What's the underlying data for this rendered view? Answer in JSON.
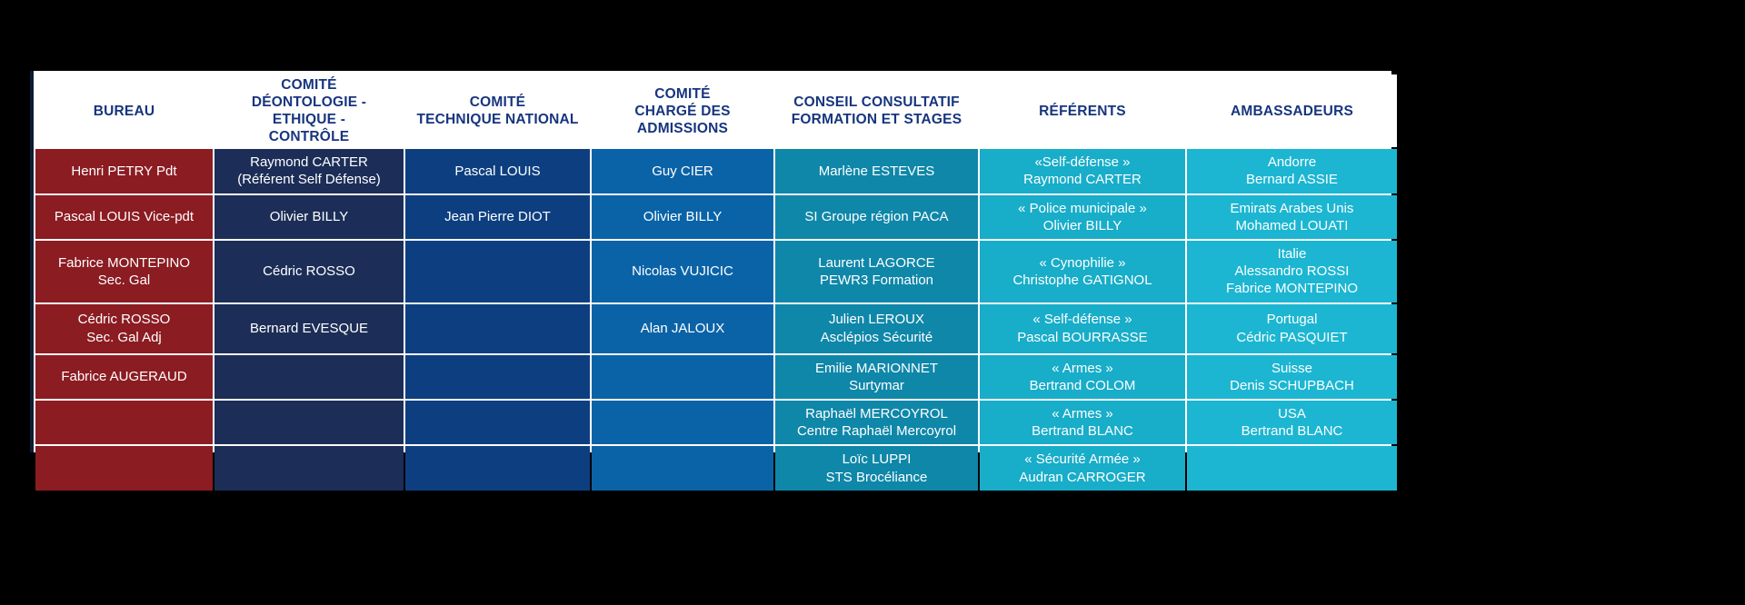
{
  "table": {
    "columns": [
      {
        "id": "bureau",
        "label": "BUREAU",
        "color": "#8b1c22"
      },
      {
        "id": "deontologie",
        "label": "COMITÉ\nDÉONTOLOGIE - ETHIQUE -\nCONTRÔLE",
        "color": "#1c2e57"
      },
      {
        "id": "technique",
        "label": "COMITÉ\nTECHNIQUE NATIONAL",
        "color": "#0d3f80"
      },
      {
        "id": "admissions",
        "label": "COMITÉ\nCHARGÉ DES\nADMISSIONS",
        "color": "#0b63a7"
      },
      {
        "id": "conseil",
        "label": "CONSEIL CONSULTATIF\nFORMATION ET STAGES",
        "color": "#0f87a9"
      },
      {
        "id": "referents",
        "label": "RÉFÉRENTS",
        "color": "#18adc9"
      },
      {
        "id": "ambassadeurs",
        "label": "AMBASSADEURS",
        "color": "#1cb6d2"
      }
    ],
    "header_lines": [
      [
        "BUREAU"
      ],
      [
        "COMITÉ",
        "DÉONTOLOGIE - ETHIQUE -",
        "CONTRÔLE"
      ],
      [
        "COMITÉ",
        "TECHNIQUE NATIONAL"
      ],
      [
        "COMITÉ",
        "CHARGÉ DES",
        "ADMISSIONS"
      ],
      [
        "CONSEIL CONSULTATIF",
        "FORMATION ET STAGES"
      ],
      [
        "RÉFÉRENTS"
      ],
      [
        "AMBASSADEURS"
      ]
    ],
    "rows": [
      {
        "bureau": [
          "Henri PETRY Pdt"
        ],
        "deontologie": [
          "Raymond CARTER",
          "(Référent Self Défense)"
        ],
        "technique": [
          "Pascal LOUIS"
        ],
        "admissions": [
          "Guy CIER"
        ],
        "conseil": [
          "Marlène ESTEVES"
        ],
        "referents": [
          "«Self-défense »",
          "Raymond CARTER"
        ],
        "ambassadeurs": [
          "Andorre",
          "Bernard ASSIE"
        ]
      },
      {
        "bureau": [
          "Pascal LOUIS Vice-pdt"
        ],
        "deontologie": [
          "Olivier BILLY"
        ],
        "technique": [
          "Jean Pierre DIOT"
        ],
        "admissions": [
          "Olivier BILLY"
        ],
        "conseil": [
          "SI Groupe région PACA"
        ],
        "referents": [
          "« Police municipale »",
          "Olivier BILLY"
        ],
        "ambassadeurs": [
          "Emirats Arabes Unis",
          "Mohamed LOUATI"
        ]
      },
      {
        "bureau": [
          "Fabrice MONTEPINO",
          "Sec. Gal"
        ],
        "deontologie": [
          "Cédric ROSSO"
        ],
        "technique": [
          ""
        ],
        "admissions": [
          "Nicolas VUJICIC"
        ],
        "conseil": [
          "Laurent LAGORCE",
          "PEWR3 Formation"
        ],
        "referents": [
          "« Cynophilie »",
          "Christophe GATIGNOL"
        ],
        "ambassadeurs": [
          "Italie",
          "Alessandro ROSSI",
          "Fabrice MONTEPINO"
        ]
      },
      {
        "bureau": [
          "Cédric ROSSO",
          "Sec. Gal Adj"
        ],
        "deontologie": [
          "Bernard EVESQUE"
        ],
        "technique": [
          ""
        ],
        "admissions": [
          "Alan JALOUX"
        ],
        "conseil": [
          "Julien LEROUX",
          "Asclépios Sécurité"
        ],
        "referents": [
          "« Self-défense »",
          "Pascal BOURRASSE"
        ],
        "ambassadeurs": [
          "Portugal",
          "Cédric PASQUIET"
        ]
      },
      {
        "bureau": [
          "Fabrice AUGERAUD"
        ],
        "deontologie": [
          ""
        ],
        "technique": [
          ""
        ],
        "admissions": [
          ""
        ],
        "conseil": [
          "Emilie MARIONNET",
          "Surtymar"
        ],
        "referents": [
          "« Armes »",
          "Bertrand COLOM"
        ],
        "ambassadeurs": [
          "Suisse",
          "Denis SCHUPBACH"
        ]
      },
      {
        "bureau": [
          ""
        ],
        "deontologie": [
          ""
        ],
        "technique": [
          ""
        ],
        "admissions": [
          ""
        ],
        "conseil": [
          "Raphaël MERCOYROL",
          "Centre Raphaël Mercoyrol"
        ],
        "referents": [
          "« Armes »",
          "Bertrand BLANC"
        ],
        "ambassadeurs": [
          "USA",
          "Bertrand BLANC"
        ]
      },
      {
        "bureau": [
          ""
        ],
        "deontologie": [
          ""
        ],
        "technique": [
          ""
        ],
        "admissions": [
          ""
        ],
        "conseil": [
          "Loïc LUPPI",
          "STS Brocéliance"
        ],
        "referents": [
          "« Sécurité Armée »",
          "Audran CARROGER"
        ],
        "ambassadeurs": [
          ""
        ]
      }
    ]
  }
}
